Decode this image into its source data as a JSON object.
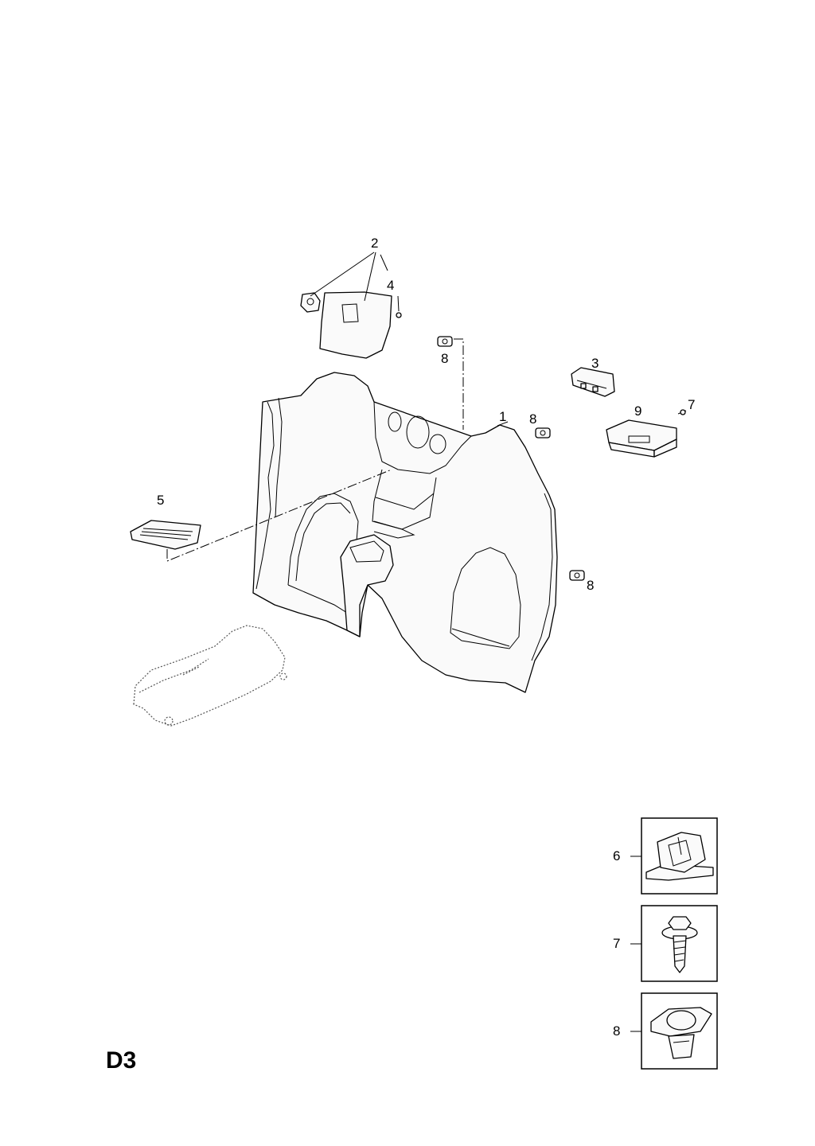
{
  "section_code": "D3",
  "callouts": {
    "p1": "1",
    "p2": "2",
    "p3": "3",
    "p4": "4",
    "p5": "5",
    "p7": "7",
    "p8a": "8",
    "p8b": "8",
    "p8c": "8",
    "p9": "9"
  },
  "detail_boxes": [
    {
      "label": "6",
      "icon": "clip-fastener-icon"
    },
    {
      "label": "7",
      "icon": "flange-bolt-icon"
    },
    {
      "label": "8",
      "icon": "push-rivet-icon"
    }
  ]
}
